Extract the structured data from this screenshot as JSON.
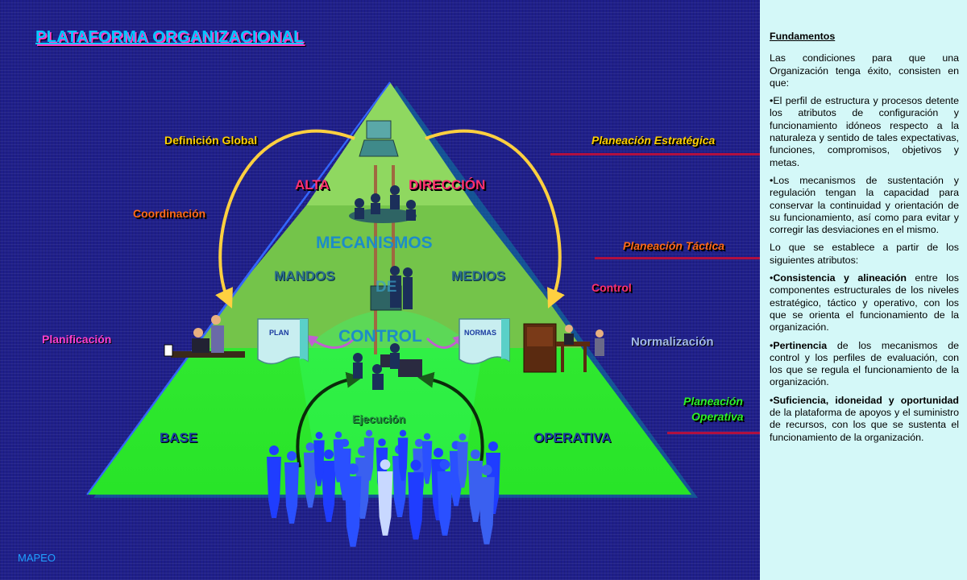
{
  "title": "PLATAFORMA ORGANIZACIONAL",
  "footer": "MAPEO",
  "pyramid": {
    "alta": "ALTA",
    "direccion": "DIRECCIÓN",
    "mecanismos": "MECANISMOS",
    "mandos": "MANDOS",
    "medios": "MEDIOS",
    "de": "DE",
    "control": "CONTROL",
    "ejecucion": "Ejecución",
    "base": "BASE",
    "operativa": "OPERATIVA",
    "doc_plan": "PLAN",
    "doc_normas": "NORMAS"
  },
  "left_labels": {
    "definicion_global": "Definición Global",
    "coordinacion": "Coordinación",
    "planificacion": "Planificación"
  },
  "right_labels": {
    "planeacion_estrategica": "Planeación Estratégica",
    "planeacion_tactica": "Planeación Táctica",
    "control": "Control",
    "normalizacion": "Normalización",
    "planeacion_operativa_1": "Planeación",
    "planeacion_operativa_2": "Operativa"
  },
  "sidebar": {
    "heading": "Fundamentos",
    "intro": "Las condiciones para que una Organización tenga éxito, consisten en que:",
    "bullet1": "•El perfil de estructura y procesos detente los atributos de configuración y funcionamiento idóneos respecto a la naturaleza y sentido de tales expectativas, funciones, compromisos, objetivos y metas.",
    "bullet2": "•Los mecanismos de sustentación y regulación tengan la capacidad para conservar la continuidad y orientación de su funcionamiento, así como para evitar y corregir las desviaciones en el mismo.",
    "lead": "Lo que se establece a partir de los siguientes atributos:",
    "attr1_term": "Consistencia y alineación",
    "attr1_rest": " entre los componentes estructurales de los niveles estratégico, táctico y operativo, con los que se orienta el funcionamiento de la organización.",
    "attr2_term": "Pertinencia",
    "attr2_rest": " de los mecanismos de control y los perfiles de evaluación, con los que se regula el funcionamiento de la organización.",
    "attr3_term": "Suficiencia, idoneidad y oportunidad",
    "attr3_rest": " de la plataforma de apoyos y el suministro de recursos, con los que se sustenta el funcionamiento de la organización.",
    "bullet_mark": "•"
  },
  "colors": {
    "background": "#1f1f8a",
    "sidebar": "#d4f8f8",
    "pyramid_top": "#8fd860",
    "pyramid_middle": "#78c850",
    "pyramid_base": "#22e622",
    "arc": "#ffd040",
    "orange_band": "#ff8c3c",
    "alta_direccion_text": "#ff3070",
    "mecanismos_text": "#1d8cc8",
    "pink_label": "#ff40d0",
    "yellow_label": "#ffd000",
    "orange_label": "#ff6a1a",
    "green_label": "#2cf02c",
    "normalizacion_text": "#a0b8e8",
    "people": "#1f3dff"
  }
}
